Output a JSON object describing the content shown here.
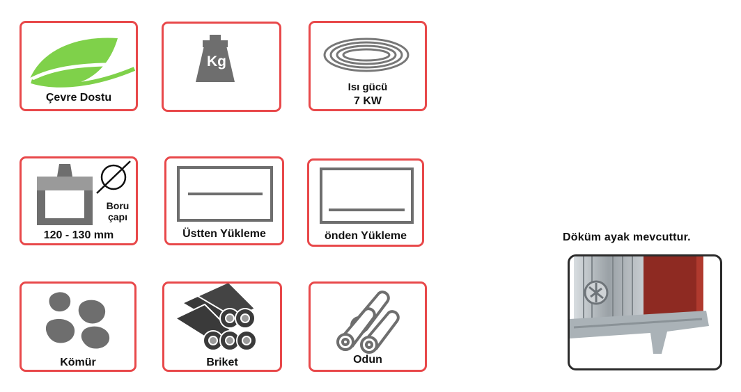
{
  "features": {
    "eco": {
      "label": "Çevre Dostu",
      "icon": "leaf-icon"
    },
    "weight": {
      "badge": "Kg",
      "icon": "weight-icon"
    },
    "heat": {
      "label_line1": "Isı gücü",
      "label_line2": "7 KW",
      "icon": "coil-icon"
    },
    "pipe": {
      "diameter_label_1": "Boru",
      "diameter_label_2": "çapı",
      "size": "120 - 130 mm",
      "icon": "pipe-diameter-icon"
    },
    "top_loading": {
      "label": "Üstten Yükleme",
      "icon": "top-loading-icon"
    },
    "front_loading": {
      "label": "önden Yükleme",
      "icon": "front-loading-icon"
    },
    "coal": {
      "label": "Kömür",
      "icon": "coal-icon"
    },
    "briquette": {
      "label": "Briket",
      "icon": "briquette-icon"
    },
    "wood": {
      "label": "Odun",
      "icon": "firewood-icon"
    }
  },
  "cast_foot": {
    "caption": "Döküm ayak mevcuttur.",
    "icon": "stove-cast-foot-photo"
  },
  "colors": {
    "border": "#e8484a",
    "icon_gray": "#6e6e6e",
    "leaf_green": "#7fd14a",
    "stove_red": "#8e2a22"
  }
}
